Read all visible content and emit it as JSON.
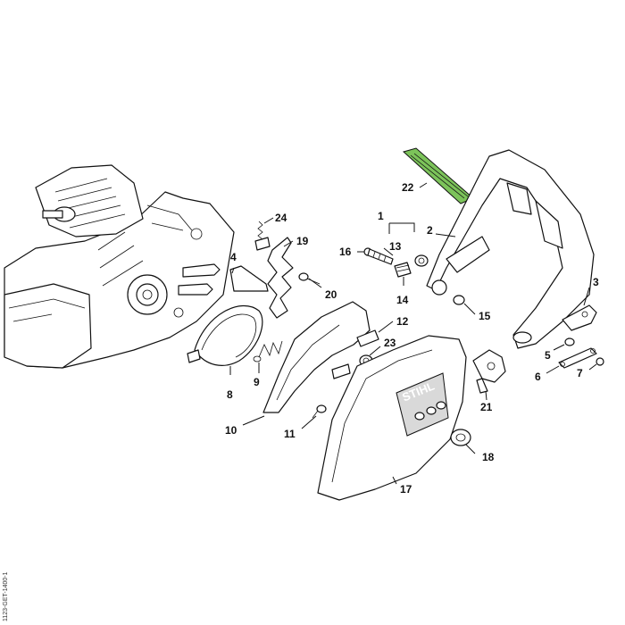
{
  "diagram": {
    "callouts": [
      {
        "id": "1",
        "label": "1"
      },
      {
        "id": "2",
        "label": "2"
      },
      {
        "id": "3",
        "label": "3"
      },
      {
        "id": "4",
        "label": "4"
      },
      {
        "id": "5",
        "label": "5"
      },
      {
        "id": "6",
        "label": "6"
      },
      {
        "id": "7",
        "label": "7"
      },
      {
        "id": "8",
        "label": "8"
      },
      {
        "id": "9",
        "label": "9"
      },
      {
        "id": "10",
        "label": "10"
      },
      {
        "id": "11",
        "label": "11"
      },
      {
        "id": "12",
        "label": "12"
      },
      {
        "id": "13",
        "label": "13"
      },
      {
        "id": "14",
        "label": "14"
      },
      {
        "id": "15",
        "label": "15"
      },
      {
        "id": "16",
        "label": "16"
      },
      {
        "id": "17",
        "label": "17"
      },
      {
        "id": "18",
        "label": "18"
      },
      {
        "id": "19",
        "label": "19"
      },
      {
        "id": "20",
        "label": "20"
      },
      {
        "id": "21",
        "label": "21"
      },
      {
        "id": "22",
        "label": "22"
      },
      {
        "id": "23",
        "label": "23"
      },
      {
        "id": "24",
        "label": "24"
      }
    ],
    "highlighted_part": "22",
    "highlight_color": "#7cc35a",
    "brand_text": "STIHL",
    "reference_code": "1123-GET-1400-1"
  }
}
